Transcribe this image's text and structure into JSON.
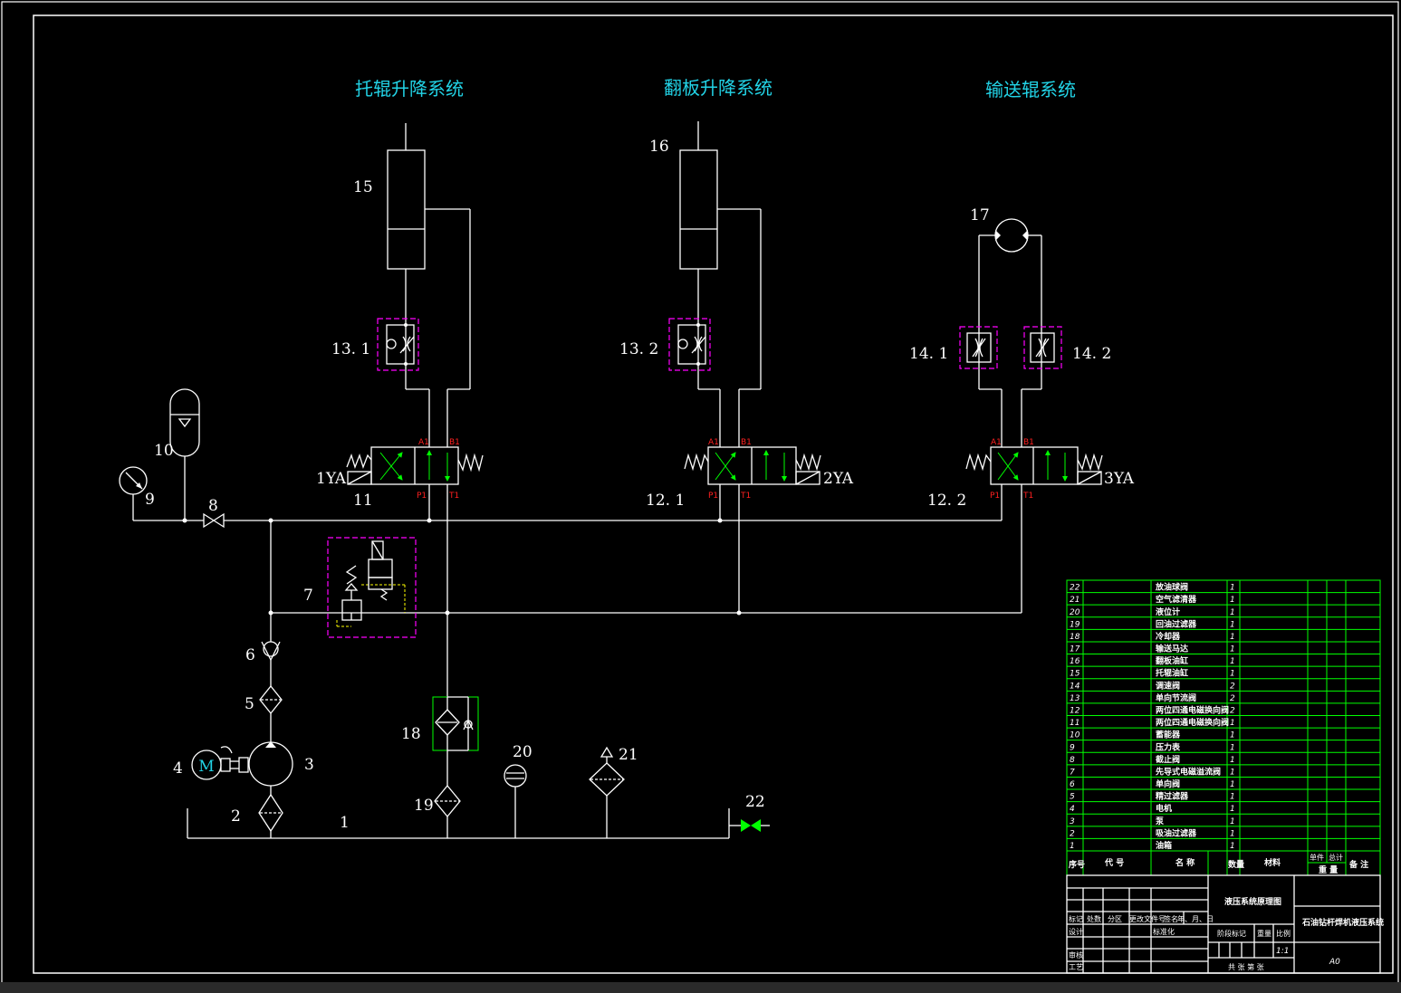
{
  "titles": {
    "roller_lift": "托辊升降系统",
    "flap_lift": "翻板升降系统",
    "conveyor": "输送辊系统"
  },
  "labels": {
    "c1": "1",
    "c2": "2",
    "c3": "3",
    "c4": "4",
    "c5": "5",
    "c6": "6",
    "c7": "7",
    "c8": "8",
    "c9": "9",
    "c10": "10",
    "c11": "11",
    "c12_1": "12. 1",
    "c12_2": "12. 2",
    "c13_1": "13. 1",
    "c13_2": "13. 2",
    "c14_1": "14. 1",
    "c14_2": "14. 2",
    "c15": "15",
    "c16": "16",
    "c17": "17",
    "c18": "18",
    "c19": "19",
    "c20": "20",
    "c21": "21",
    "c22": "22",
    "ya1": "1YA",
    "ya2": "2YA",
    "ya3": "3YA",
    "motor": "M",
    "port_a": "A1",
    "port_b": "B1",
    "port_p": "P1",
    "port_t": "T1"
  },
  "parts_list": [
    {
      "no": "22",
      "name": "放油球阀",
      "qty": "1"
    },
    {
      "no": "21",
      "name": "空气滤清器",
      "qty": "1"
    },
    {
      "no": "20",
      "name": "液位计",
      "qty": "1"
    },
    {
      "no": "19",
      "name": "回油过滤器",
      "qty": "1"
    },
    {
      "no": "18",
      "name": "冷却器",
      "qty": "1"
    },
    {
      "no": "17",
      "name": "输送马达",
      "qty": "1"
    },
    {
      "no": "16",
      "name": "翻板油缸",
      "qty": "1"
    },
    {
      "no": "15",
      "name": "托辊油缸",
      "qty": "1"
    },
    {
      "no": "14",
      "name": "调速阀",
      "qty": "2"
    },
    {
      "no": "13",
      "name": "单向节流阀",
      "qty": "2"
    },
    {
      "no": "12",
      "name": "两位四通电磁换向阀",
      "qty": "2"
    },
    {
      "no": "11",
      "name": "两位四通电磁换向阀",
      "qty": "1"
    },
    {
      "no": "10",
      "name": "蓄能器",
      "qty": "1"
    },
    {
      "no": "9",
      "name": "压力表",
      "qty": "1"
    },
    {
      "no": "8",
      "name": "截止阀",
      "qty": "1"
    },
    {
      "no": "7",
      "name": "先导式电磁溢流阀",
      "qty": "1"
    },
    {
      "no": "6",
      "name": "单向阀",
      "qty": "1"
    },
    {
      "no": "5",
      "name": "精过滤器",
      "qty": "1"
    },
    {
      "no": "4",
      "name": "电机",
      "qty": "1"
    },
    {
      "no": "3",
      "name": "泵",
      "qty": "1"
    },
    {
      "no": "2",
      "name": "吸油过滤器",
      "qty": "1"
    },
    {
      "no": "1",
      "name": "油箱",
      "qty": "1"
    }
  ],
  "parts_header": {
    "no": "序号",
    "code": "代 号",
    "name": "名 称",
    "qty": "数量",
    "material": "材料",
    "unit_weight": "单件",
    "total_weight": "总计",
    "weight": "重 量",
    "remark": "备 注"
  },
  "title_block": {
    "drawing_name": "液压系统原理图",
    "project": "石油钻杆焊机液压系统",
    "mark": "标记",
    "count": "处数",
    "zone": "分区",
    "change_doc": "更改文件号",
    "sign": "签名",
    "date": "年、月、日",
    "design": "设计",
    "standard": "标准化",
    "stage_mark": "阶段标记",
    "weight": "重量",
    "scale": "比例",
    "scale_value": "1:1",
    "review": "审核",
    "process": "工艺",
    "sheets": "共  张 第  张",
    "size": "A0"
  }
}
